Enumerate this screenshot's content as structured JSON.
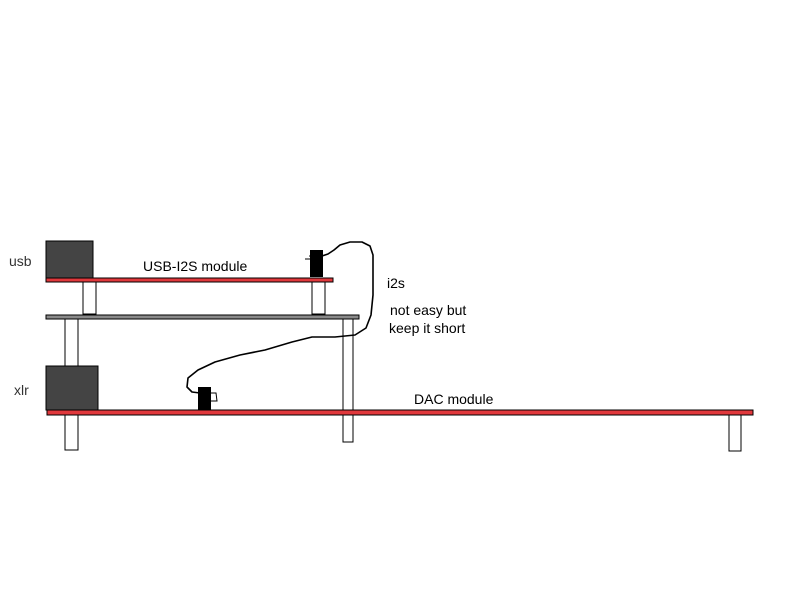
{
  "labels": {
    "usb": "usb",
    "xlr": "xlr",
    "usb_i2s_module": "USB-I2S module",
    "i2s": "i2s",
    "note_line1": "not easy but",
    "note_line2": "keep it short",
    "dac_module": "DAC module"
  },
  "colors": {
    "pcb_red": "#e0383c",
    "pcb_gray": "#8a8a8a",
    "connector": "#444444",
    "plug": "#000000",
    "outline": "#000000",
    "background": "#ffffff"
  }
}
